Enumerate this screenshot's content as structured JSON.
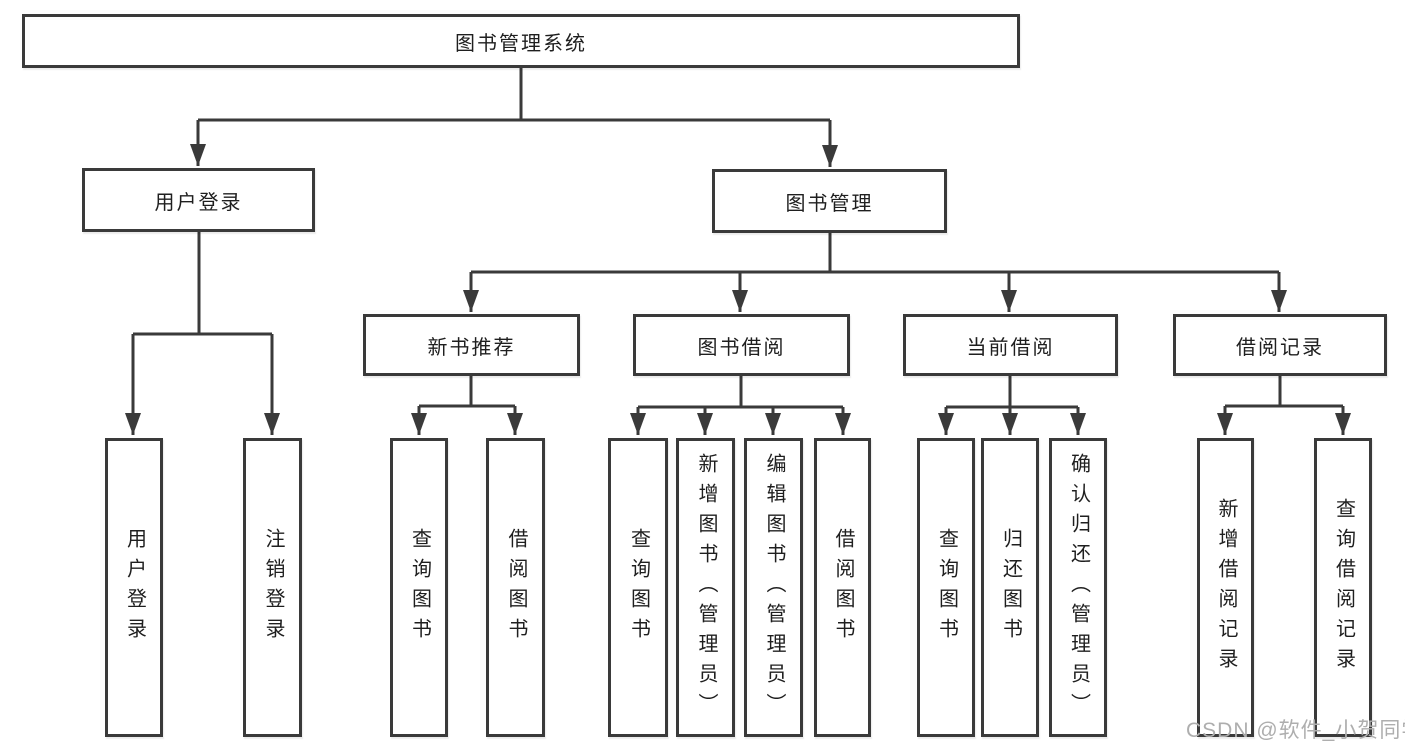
{
  "colors": {
    "line": "#3a3a3a",
    "text": "#1f1f1f",
    "background": "#ffffff",
    "watermark": "#aeaeae"
  },
  "watermark": {
    "text": "CSDN @软件_小贺同学"
  },
  "tree": {
    "root": "图书管理系统",
    "branches": [
      {
        "label": "用户登录",
        "children": [
          "用户登录",
          "注销登录"
        ]
      },
      {
        "label": "图书管理",
        "groups": [
          {
            "label": "新书推荐",
            "children": [
              "查询图书",
              "借阅图书"
            ]
          },
          {
            "label": "图书借阅",
            "children": [
              "查询图书",
              "新增图书（管理员）",
              "编辑图书（管理员）",
              "借阅图书"
            ]
          },
          {
            "label": "当前借阅",
            "children": [
              "查询图书",
              "归还图书",
              "确认归还（管理员）"
            ]
          },
          {
            "label": "借阅记录",
            "children": [
              "新增借阅记录",
              "查询借阅记录"
            ]
          }
        ]
      }
    ]
  }
}
